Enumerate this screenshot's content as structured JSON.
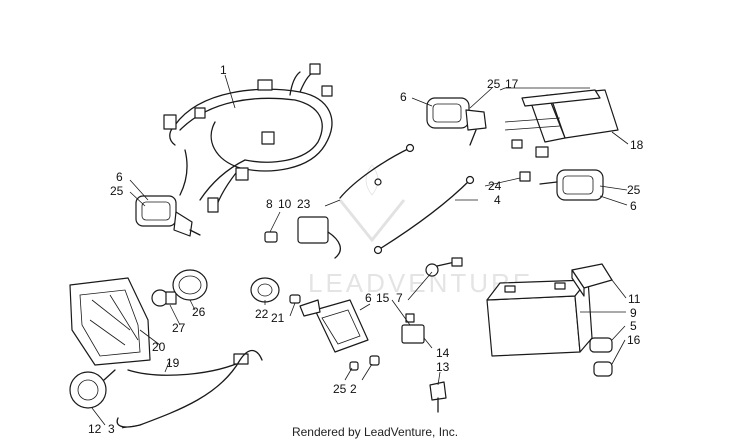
{
  "watermark": "LEADVENTURE",
  "footer": "Rendered by LeadVenture, Inc.",
  "callouts": [
    "1",
    "6",
    "25",
    "17",
    "25",
    "6",
    "18",
    "6",
    "25",
    "8",
    "10",
    "23",
    "24",
    "4",
    "20",
    "27",
    "26",
    "19",
    "22",
    "21",
    "6",
    "7",
    "15",
    "11",
    "9",
    "5",
    "16",
    "14",
    "13",
    "25",
    "2",
    "12",
    "3"
  ]
}
